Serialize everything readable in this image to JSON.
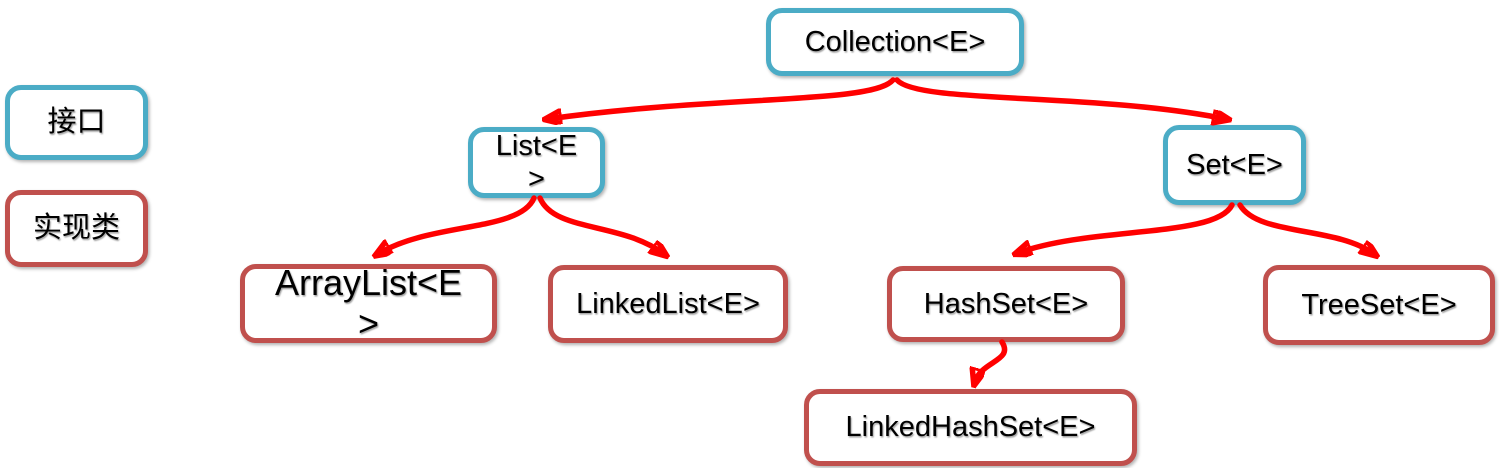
{
  "legend": {
    "interface": "接口",
    "implementation": "实现类"
  },
  "nodes": {
    "collection": "Collection<E>",
    "list": "List<E\n>",
    "set": "Set<E>",
    "arraylist": "ArrayList<E\n>",
    "linkedlist": "LinkedList<E>",
    "hashset": "HashSet<E>",
    "treeset": "TreeSet<E>",
    "linkedhashset": "LinkedHashSet<E>"
  },
  "edges": [
    {
      "from": "collection",
      "to": "list"
    },
    {
      "from": "collection",
      "to": "set"
    },
    {
      "from": "list",
      "to": "arraylist"
    },
    {
      "from": "list",
      "to": "linkedlist"
    },
    {
      "from": "set",
      "to": "hashset"
    },
    {
      "from": "set",
      "to": "treeset"
    },
    {
      "from": "hashset",
      "to": "linkedhashset"
    }
  ],
  "colors": {
    "interface_border": "#4BACC6",
    "implementation_border": "#C0504D",
    "arrow": "#FF0000",
    "node_fill": "#FFFFFF",
    "text": "#000000"
  }
}
